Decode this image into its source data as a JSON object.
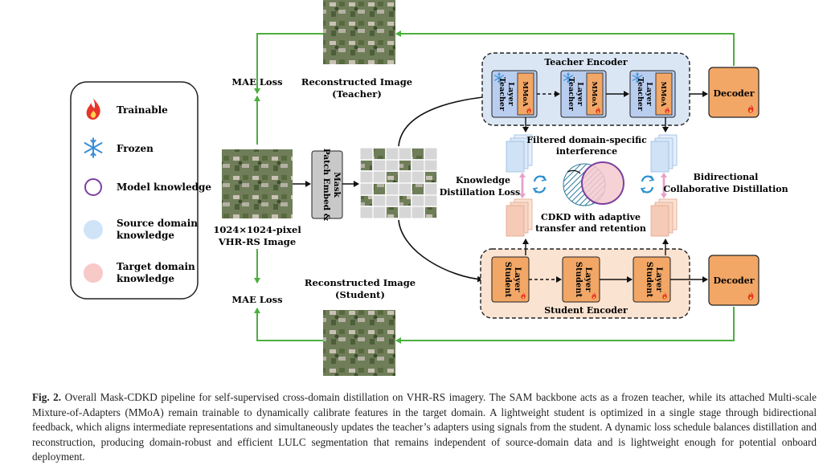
{
  "legend": {
    "items": [
      {
        "label": "Trainable",
        "icon": "fire-icon"
      },
      {
        "label": "Frozen",
        "icon": "snowflake-icon"
      },
      {
        "label": "Model knowledge",
        "icon": "circle-outline-icon"
      },
      {
        "label_line1": "Source domain",
        "label_line2": "knowledge",
        "icon": "light-blue-dot"
      },
      {
        "label_line1": "Target domain",
        "label_line2": "knowledge",
        "icon": "light-pink-dot"
      }
    ]
  },
  "input": {
    "line1": "1024×1024-pixel",
    "line2": "VHR-RS Image"
  },
  "patch_embed": {
    "line1": "Patch Embed &",
    "line2": "Mask"
  },
  "losses": {
    "mae_top": "MAE Loss",
    "mae_bottom": "MAE Loss"
  },
  "reconstructed": {
    "teacher_line1": "Reconstructed Image",
    "teacher_line2": "(Teacher)",
    "student_line1": "Reconstructed Image",
    "student_line2": "(Student)"
  },
  "teacher_encoder": {
    "title": "Teacher Encoder",
    "layer_line1": "Teacher",
    "layer_line2": "Layer",
    "adapter": "MMoA"
  },
  "student_encoder": {
    "title": "Student Encoder",
    "layer_line1": "Student",
    "layer_line2": "Layer"
  },
  "decoder": {
    "label": "Decoder"
  },
  "center": {
    "filtered_line1": "Filtered domain-specific",
    "filtered_line2": "interference",
    "kd_line1": "Knowledge",
    "kd_line2": "Distillation Loss",
    "cdkd_line1": "CDKD with adaptive",
    "cdkd_line2": "transfer and retention",
    "bidir_line1": "Bidirectional",
    "bidir_line2": "Collaborative Distillation"
  },
  "caption": {
    "fig": "Fig. 2.",
    "text": "Overall Mask-CDKD pipeline for self-supervised cross-domain distillation on VHR-RS imagery. The SAM backbone acts as a frozen teacher, while its attached Multi-scale Mixture-of-Adapters (MMoA) remain trainable to dynamically calibrate features in the target domain. A lightweight student is optimized in a single stage through bidirectional feedback, which aligns intermediate representations and simultaneously updates the teacher’s adapters using signals from the student. A dynamic loss schedule balances distillation and reconstruction, producing domain-robust and efficient LULC segmentation that remains independent of source-domain data and is lightweight enough for potential onboard deployment."
  },
  "colors": {
    "green_arrow": "#4caf3e",
    "teacher_bg": "#dbe6f5",
    "teacher_layer": "#b9cdef",
    "student_bg": "#fbe3d1",
    "orange_block": "#f2a766",
    "source_blue": "#cfe4f7",
    "target_pink": "#f7c9c7"
  }
}
